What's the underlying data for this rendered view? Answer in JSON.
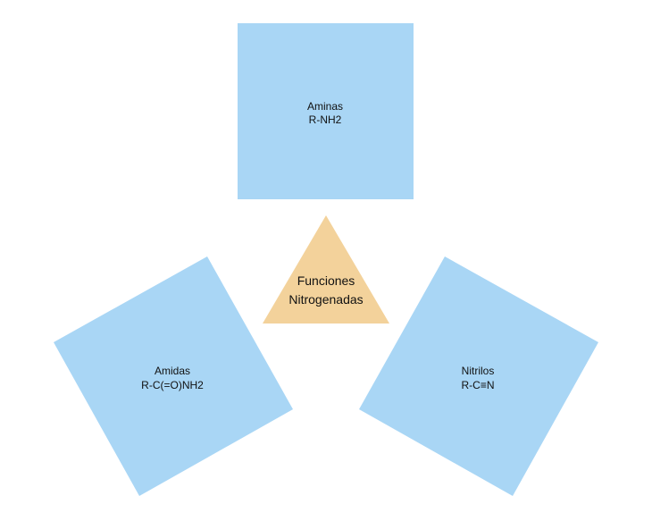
{
  "colors": {
    "box": "#a9d6f5",
    "center": "#f3d29b"
  },
  "center": {
    "line1": "Funciones",
    "line2": "Nitrogenadas"
  },
  "nodes": [
    {
      "name": "Aminas",
      "formula": "R-NH2"
    },
    {
      "name": "Amidas",
      "formula": "R-C(=O)NH2"
    },
    {
      "name": "Nitrilos",
      "formula": "R-C≡N"
    }
  ]
}
